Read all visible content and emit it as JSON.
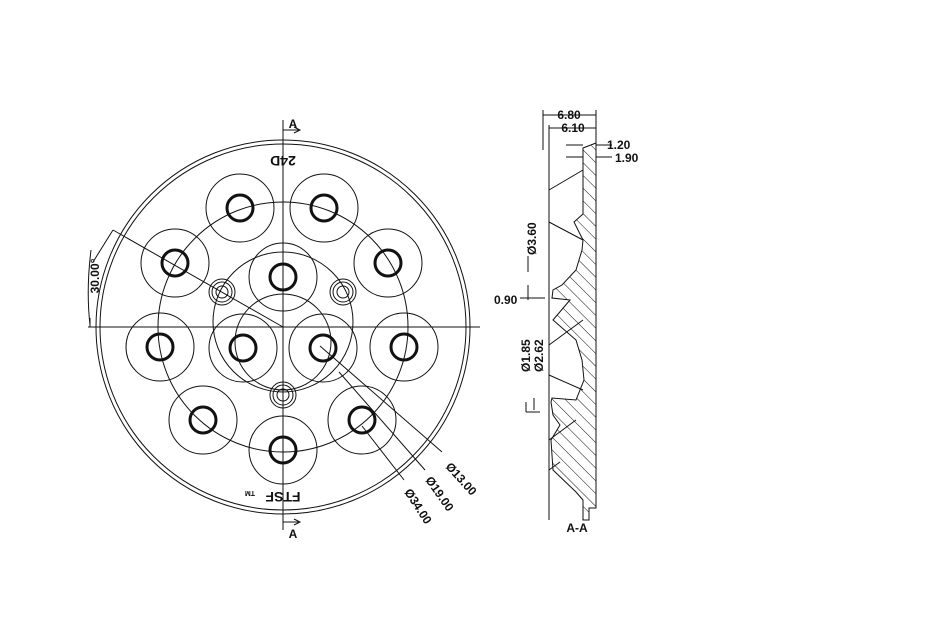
{
  "front_view": {
    "section_label_top": "A",
    "section_label_bottom": "A",
    "part_code": "24D",
    "brand_mark": "FTSF",
    "trademark": "TM",
    "angle_dim": "30.00°",
    "dia_13": "Ø13.00",
    "dia_19": "Ø19.00",
    "dia_34": "Ø34.00"
  },
  "section_view": {
    "title": "A-A",
    "dim_6_80": "6.80",
    "dim_6_10": "6.10",
    "dim_1_20": "1.20",
    "dim_1_90": "1.90",
    "dim_3_60": "Ø3.60",
    "dim_0_90": "0.90",
    "dim_1_85": "Ø1.85",
    "dim_2_62": "Ø2.62"
  }
}
